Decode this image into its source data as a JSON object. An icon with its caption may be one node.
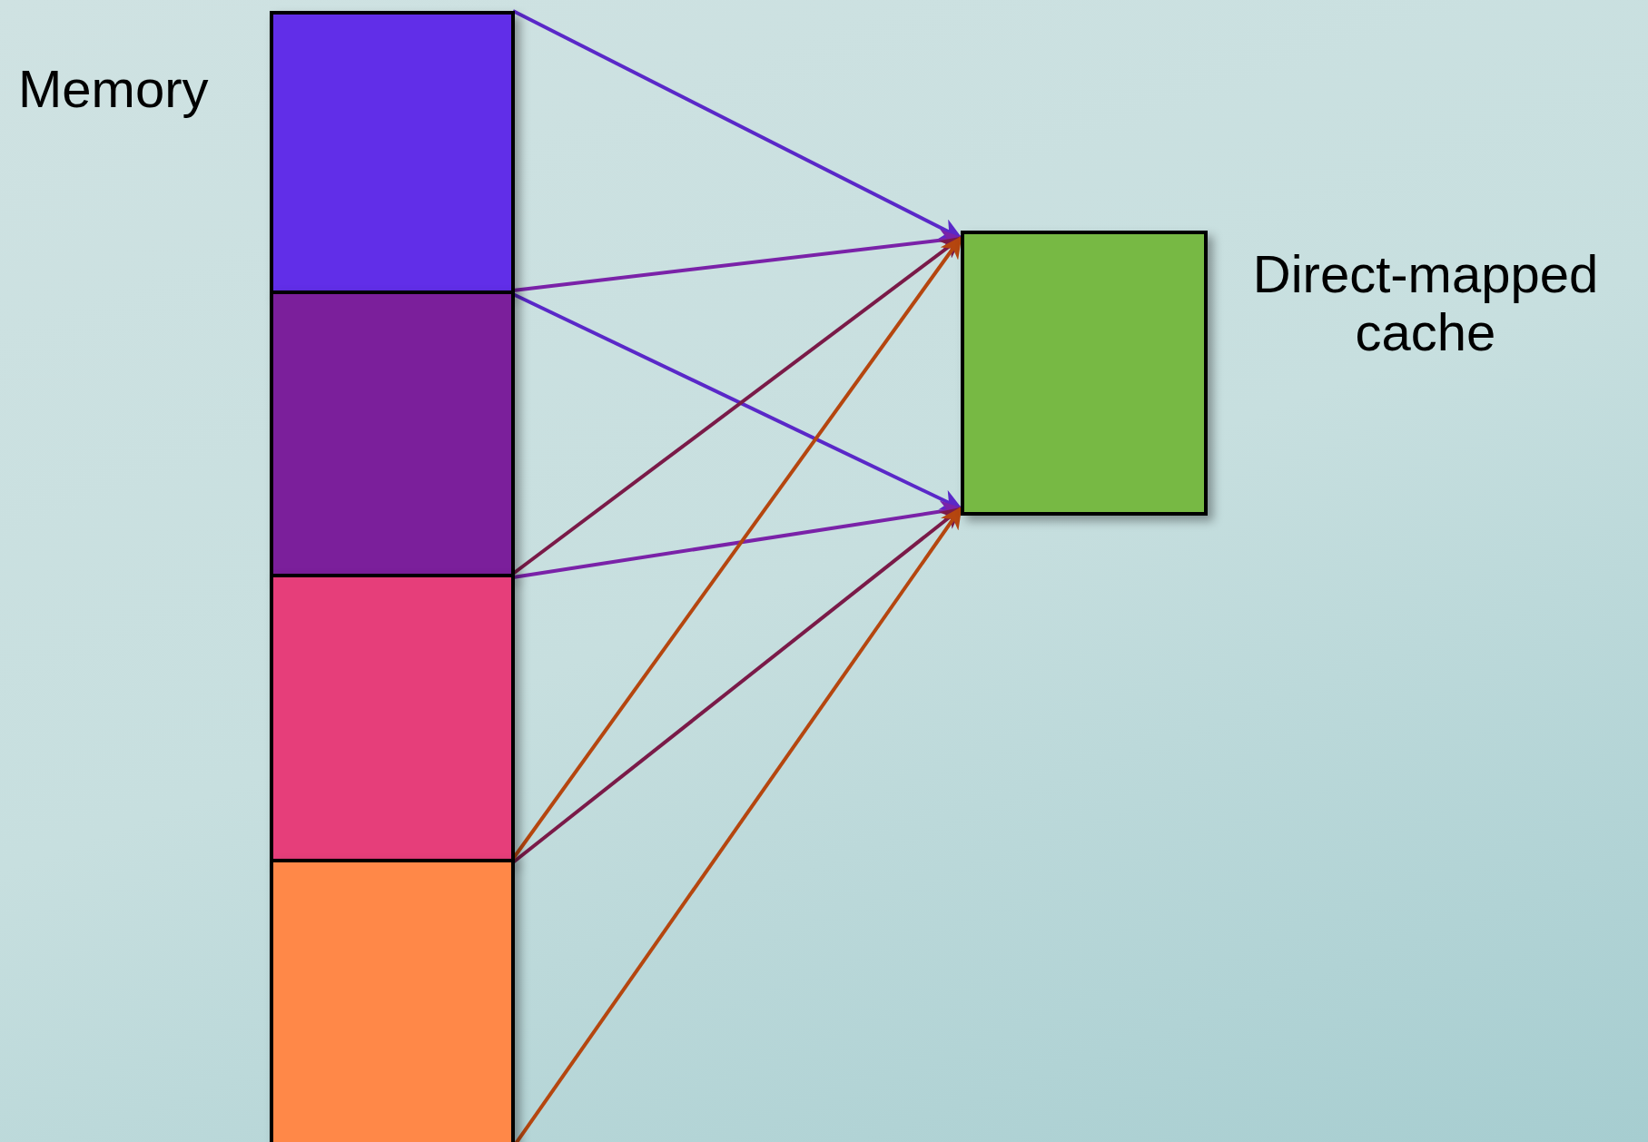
{
  "diagram": {
    "nodes": [
      {
        "text": [],
        "shape": "box"
      },
      {
        "text": [],
        "shape": "box"
      },
      {
        "text": [],
        "shape": "box"
      },
      {
        "text": [],
        "shape": "box"
      },
      {
        "text": [],
        "shape": "box",
        "beside": [
          "Direct-mapped cache"
        ]
      }
    ],
    "edges": [
      {
        "from": 0,
        "to": 4,
        "arrow": "to",
        "color": "#5a28c8"
      },
      {
        "from": 0,
        "to": 4,
        "arrow": "to",
        "color": "#5a28c8"
      },
      {
        "from": 1,
        "to": 4,
        "arrow": "to",
        "color": "#7a22a8"
      },
      {
        "from": 1,
        "to": 4,
        "arrow": "to",
        "color": "#7a22a8"
      },
      {
        "from": 2,
        "to": 4,
        "arrow": "to",
        "color": "#7a1a48"
      },
      {
        "from": 2,
        "to": 4,
        "arrow": "to",
        "color": "#7a1a48"
      },
      {
        "from": 3,
        "to": 4,
        "arrow": "to",
        "color": "#b5460f"
      },
      {
        "from": 3,
        "to": 4,
        "arrow": "to",
        "color": "#b5460f"
      }
    ],
    "labels": [
      "Memory"
    ]
  }
}
